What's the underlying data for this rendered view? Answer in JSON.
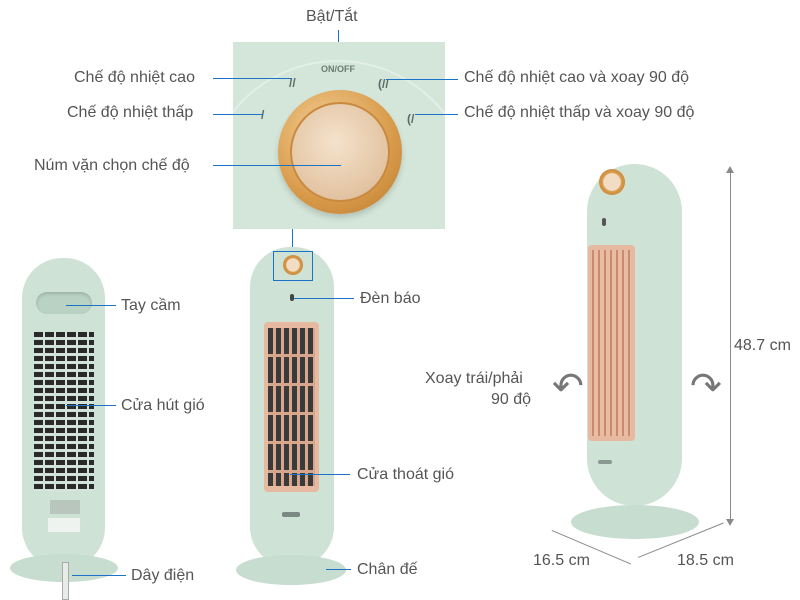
{
  "callouts": {
    "power": "Bật/Tắt",
    "high_heat": "Chế độ nhiệt cao",
    "low_heat": "Chế độ nhiệt thấp",
    "mode_knob": "Núm vặn chọn chế độ",
    "high_heat_oscillate": "Chế độ nhiệt cao và xoay 90 độ",
    "low_heat_oscillate": "Chế độ nhiệt thấp và xoay 90 độ",
    "handle": "Tay cầm",
    "air_intake": "Cửa hút gió",
    "power_cord": "Dây điện",
    "indicator_light": "Đèn báo",
    "air_outlet": "Cửa thoát gió",
    "stand_base": "Chân đế",
    "oscillation_line1": "Xoay trái/phải",
    "oscillation_line2": "90 độ"
  },
  "knob_panel": {
    "onoff_text": "ON/OFF",
    "high_mark": "//",
    "low_mark": "/",
    "high_osc_mark": "(//",
    "low_osc_mark": "(/"
  },
  "dimensions": {
    "height": "48.7 cm",
    "depth": "16.5 cm",
    "width": "18.5 cm"
  },
  "colors": {
    "body_green": "#cfe2d6",
    "knob_gold": "#d89a4a",
    "grille_copper": "#e6b9a0",
    "callout_line": "#1a73c8",
    "label_text": "#555555"
  },
  "icons": {
    "rotate_left": "↶",
    "rotate_right": "↷"
  }
}
